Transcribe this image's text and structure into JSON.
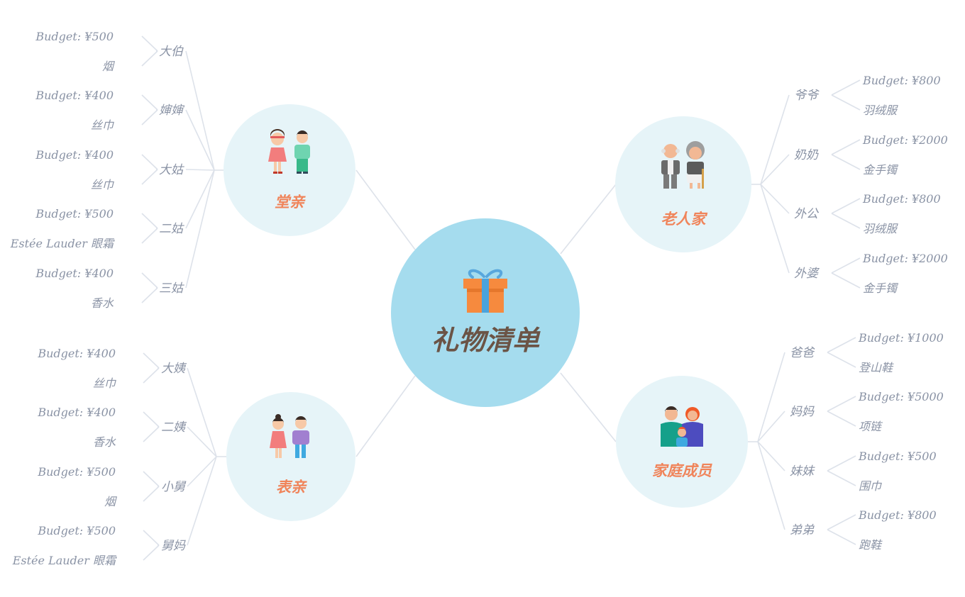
{
  "title": "礼物清单",
  "title_icon": "gift-icon",
  "colors": {
    "center_fill": "#a5dcee",
    "group_fill": "#e6f4f8",
    "group_label": "#f0845a",
    "center_label": "#6b5446",
    "leaf_text": "#8a93a5",
    "connector": "#dde2ea"
  },
  "groups": [
    {
      "id": "tangqin",
      "label": "堂亲",
      "icon": "couple-young-icon",
      "members": [
        {
          "name": "大伯",
          "budget": "Budget:  ¥500",
          "gift": "烟"
        },
        {
          "name": "婶婶",
          "budget": "Budget:  ¥400",
          "gift": "丝巾"
        },
        {
          "name": "大姑",
          "budget": "Budget:  ¥400",
          "gift": "丝巾"
        },
        {
          "name": "二姑",
          "budget": "Budget:  ¥500",
          "gift": "Estée Lauder 眼霜"
        },
        {
          "name": "三姑",
          "budget": "Budget:  ¥400",
          "gift": "香水"
        }
      ]
    },
    {
      "id": "biaoqin",
      "label": "表亲",
      "icon": "couple-casual-icon",
      "members": [
        {
          "name": "大姨",
          "budget": "Budget:  ¥400",
          "gift": "丝巾"
        },
        {
          "name": "二姨",
          "budget": "Budget:  ¥400",
          "gift": "香水"
        },
        {
          "name": "小舅",
          "budget": "Budget:  ¥500",
          "gift": "烟"
        },
        {
          "name": "舅妈",
          "budget": "Budget:  ¥500",
          "gift": "Estée Lauder 眼霜"
        }
      ]
    },
    {
      "id": "laorenjia",
      "label": "老人家",
      "icon": "elderly-couple-icon",
      "members": [
        {
          "name": "爷爷",
          "budget": "Budget:  ¥800",
          "gift": "羽绒服"
        },
        {
          "name": "奶奶",
          "budget": "Budget:  ¥2000",
          "gift": "金手镯"
        },
        {
          "name": "外公",
          "budget": "Budget:  ¥800",
          "gift": "羽绒服"
        },
        {
          "name": "外婆",
          "budget": "Budget:  ¥2000",
          "gift": "金手镯"
        }
      ]
    },
    {
      "id": "jiating",
      "label": "家庭成员",
      "icon": "family-icon",
      "members": [
        {
          "name": "爸爸",
          "budget": "Budget:  ¥1000",
          "gift": "登山鞋"
        },
        {
          "name": "妈妈",
          "budget": "Budget:  ¥5000",
          "gift": "项链"
        },
        {
          "name": "妹妹",
          "budget": "Budget:  ¥500",
          "gift": "围巾"
        },
        {
          "name": "弟弟",
          "budget": "Budget:  ¥800",
          "gift": "跑鞋"
        }
      ]
    }
  ]
}
